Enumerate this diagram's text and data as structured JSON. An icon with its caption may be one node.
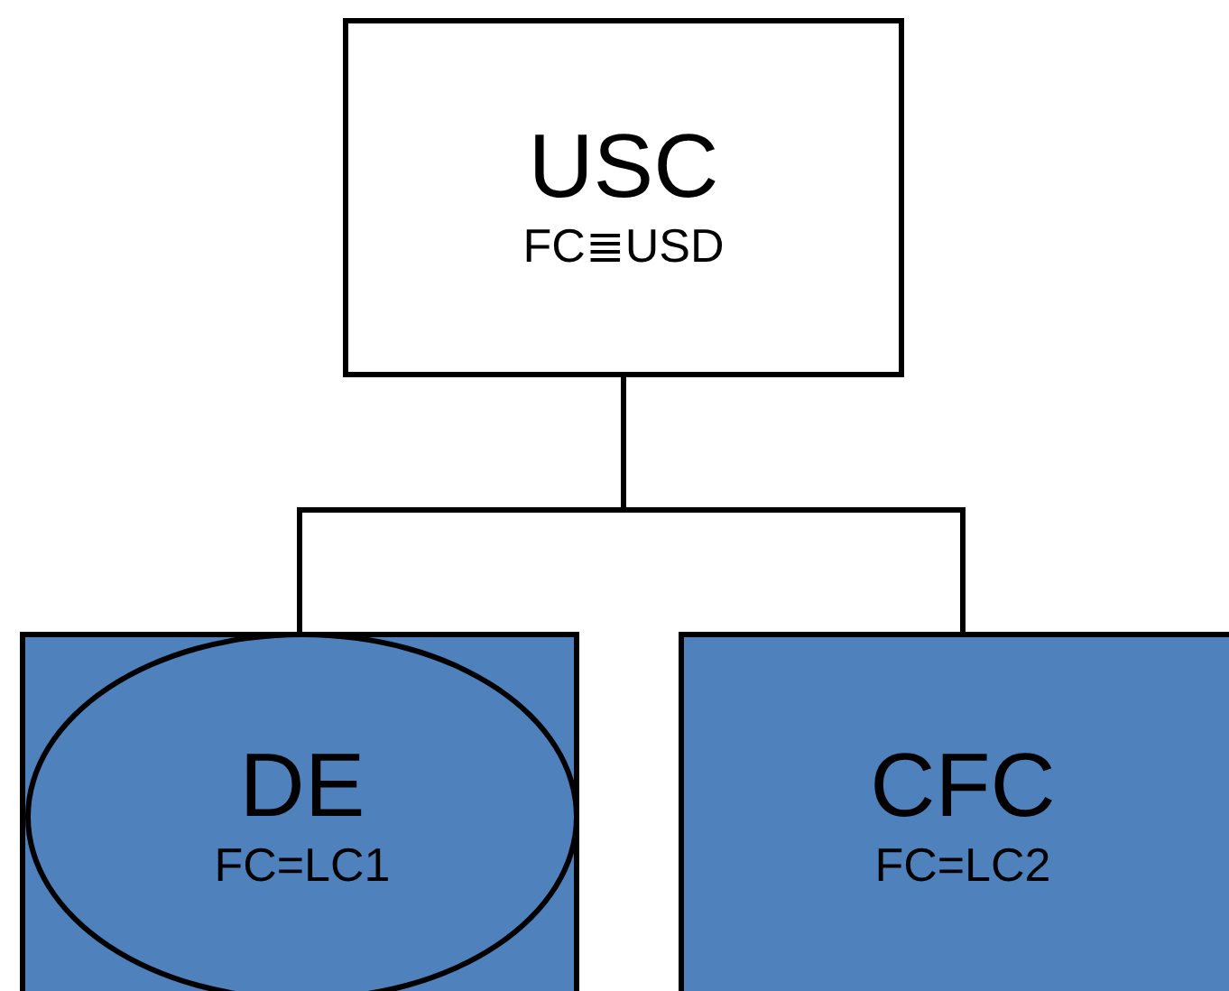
{
  "diagram": {
    "nodes": [
      {
        "text": [
          "USC",
          "FC≣USD"
        ]
      },
      {
        "text": [],
        "shape": "box"
      },
      {
        "text": [
          "DE",
          "FC=LC1"
        ],
        "in": 1
      },
      {
        "text": [
          "CFC",
          "FC=LC2"
        ]
      }
    ],
    "edges": [
      {
        "from": 0,
        "to": 1,
        "arrow": "none"
      },
      {
        "from": 0,
        "to": 3,
        "arrow": "none"
      }
    ]
  }
}
